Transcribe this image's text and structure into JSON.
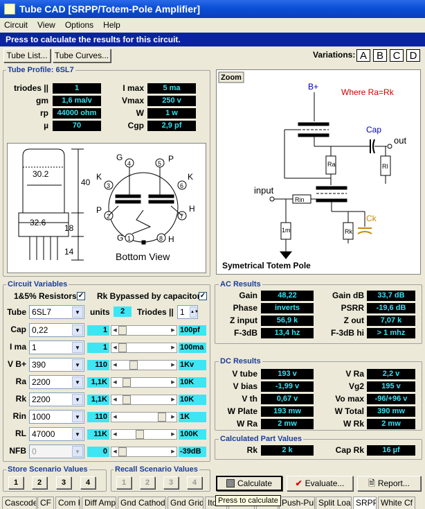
{
  "window": {
    "title": "Tube CAD   [SRPP/Totem-Pole Amplifier]"
  },
  "menu": [
    "Circuit",
    "View",
    "Options",
    "Help"
  ],
  "status": "Press to calculate the results for this circuit.",
  "toolbar": {
    "tube_list": "Tube List...",
    "tube_curves": "Tube Curves..."
  },
  "variations": {
    "label": "Variations:",
    "items": [
      "A",
      "B",
      "C",
      "D"
    ]
  },
  "tube_profile": {
    "title": "Tube Profile: 6SL7",
    "rows": [
      {
        "l1": "triodes ||",
        "v1": "1",
        "l2": "I max",
        "v2": "5 ma"
      },
      {
        "l1": "gm",
        "v1": "1,6 ma/v",
        "l2": "Vmax",
        "v2": "250 v"
      },
      {
        "l1": "rp",
        "v1": "44000 ohm",
        "l2": "W",
        "v2": "1 w"
      },
      {
        "l1": "µ",
        "v1": "70",
        "l2": "Cgp",
        "v2": "2,9 pf"
      }
    ]
  },
  "tube_drawing": {
    "dim_width": "30.2",
    "dim_height": "40",
    "dim_base": "32.6",
    "dim_base_h": "18",
    "dim_pins": "14",
    "pins": [
      "G",
      "4",
      "5",
      "P",
      "K",
      "3",
      "6",
      "K",
      "P",
      "2",
      "7",
      "H",
      "G",
      "1",
      "8",
      "H"
    ],
    "caption": "Bottom View"
  },
  "schematic": {
    "zoom": "Zoom",
    "bplus": "B+",
    "note": "Where Ra=Rk",
    "cap": "Cap",
    "out": "out",
    "ra": "Ra",
    "rl": "Rl",
    "input": "input",
    "rin": "Rin",
    "rk": "Rk",
    "ck": "Ck",
    "r1m": "1m",
    "caption": "Symetrical Totem Pole"
  },
  "circuit_vars": {
    "title": "Circuit Variables",
    "resistors_label": "1&5% Resistors",
    "rk_bypass_label": "Rk Bypassed by capacitor",
    "tube_label": "Tube",
    "tube_value": "6SL7",
    "units_label": "units",
    "units_value": "2",
    "triodes_label": "Triodes ||",
    "triodes_value": "1",
    "rows": [
      {
        "label": "Cap",
        "value": "0,22",
        "slider": "1",
        "max": "100pf",
        "pos": 0
      },
      {
        "label": "I ma",
        "value": "1",
        "slider": "1",
        "max": "100ma",
        "pos": 0
      },
      {
        "label": "V B+",
        "value": "390",
        "slider": "110",
        "max": "1Kv",
        "pos": 0.25
      },
      {
        "label": "Ra",
        "value": "2200",
        "slider": "1,1K",
        "max": "10K",
        "pos": 0.1
      },
      {
        "label": "Rk",
        "value": "2200",
        "slider": "1,1K",
        "max": "10K",
        "pos": 0.1
      },
      {
        "label": "Rin",
        "value": "1000",
        "slider": "110",
        "max": "1K",
        "pos": 0.92
      },
      {
        "label": "RL",
        "value": "47000",
        "slider": "11K",
        "max": "100K",
        "pos": 0.4
      },
      {
        "label": "NFB",
        "value": "0",
        "slider": "0",
        "max": "-39dB",
        "pos": 0
      }
    ]
  },
  "ac_results": {
    "title": "AC Results",
    "rows": [
      {
        "l1": "Gain",
        "v1": "48,22",
        "l2": "Gain dB",
        "v2": "33,7 dB"
      },
      {
        "l1": "Phase",
        "v1": "inverts",
        "l2": "PSRR",
        "v2": "-19,6 dB"
      },
      {
        "l1": "Z input",
        "v1": "56,9 k",
        "l2": "Z out",
        "v2": "7,07 k"
      },
      {
        "l1": "F-3dB",
        "v1": "13,4 hz",
        "l2": "F-3dB hi",
        "v2": "> 1 mhz"
      }
    ]
  },
  "dc_results": {
    "title": "DC Results",
    "rows": [
      {
        "l1": "V tube",
        "v1": "193 v",
        "l2": "V Ra",
        "v2": "2,2 v"
      },
      {
        "l1": "V bias",
        "v1": "-1,99 v",
        "l2": "Vg2",
        "v2": "195 v"
      },
      {
        "l1": "V th",
        "v1": "0,67 v",
        "l2": "Vo max",
        "v2": "-96/+96 v"
      },
      {
        "l1": "W Plate",
        "v1": "193 mw",
        "l2": "W Total",
        "v2": "390 mw"
      },
      {
        "l1": "W Ra",
        "v1": "2 mw",
        "l2": "W Rk",
        "v2": "2 mw"
      }
    ]
  },
  "part_values": {
    "title": "Calculated Part Values",
    "l1": "Rk",
    "v1": "2 k",
    "l2": "Cap Rk",
    "v2": "16 µf"
  },
  "store": {
    "title": "Store Scenario Values",
    "buttons": [
      "1",
      "2",
      "3",
      "4"
    ]
  },
  "recall": {
    "title": "Recall Scenario Values",
    "buttons": [
      "1",
      "2",
      "3",
      "4"
    ]
  },
  "actions": {
    "calculate": "Calculate",
    "evaluate": "Evaluate...",
    "report": "Report..."
  },
  "tooltip": "Press to calculate",
  "tabs": [
    "Cascode",
    "CF",
    "Com K",
    "Diff Amp",
    "Gnd Cathode",
    "Gnd Grid",
    "Ito",
    "",
    "",
    "Push-Pull",
    "Split Load",
    "SRPP",
    "White Cf"
  ]
}
